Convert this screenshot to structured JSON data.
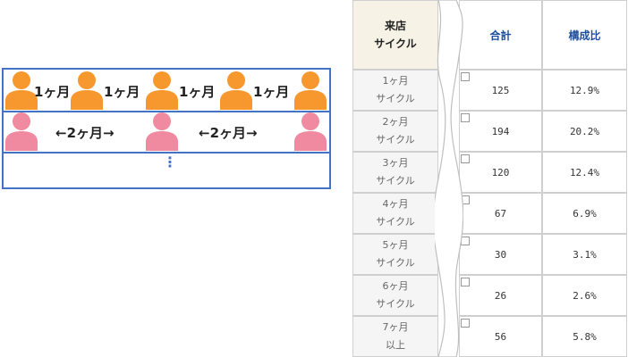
{
  "diagram": {
    "label_1m": "1ヶ月",
    "label_2m": "←2ヶ月→",
    "continue": "⋮",
    "colors": {
      "orange": "#f7982f",
      "pink": "#f08aa0",
      "border": "#4472c4"
    }
  },
  "table": {
    "headers": [
      "来店\nサイクル",
      "合計",
      "構成比"
    ],
    "rows": [
      {
        "cycle": "1ヶ月\nサイクル",
        "total": "125",
        "ratio": "12.9%"
      },
      {
        "cycle": "2ヶ月\nサイクル",
        "total": "194",
        "ratio": "20.2%"
      },
      {
        "cycle": "3ヶ月\nサイクル",
        "total": "120",
        "ratio": "12.4%"
      },
      {
        "cycle": "4ヶ月\nサイクル",
        "total": "67",
        "ratio": "6.9%"
      },
      {
        "cycle": "5ヶ月\nサイクル",
        "total": "30",
        "ratio": "3.1%"
      },
      {
        "cycle": "6ヶ月\nサイクル",
        "total": "26",
        "ratio": "2.6%"
      },
      {
        "cycle": "7ヶ月\n以上",
        "total": "56",
        "ratio": "5.8%"
      }
    ]
  }
}
